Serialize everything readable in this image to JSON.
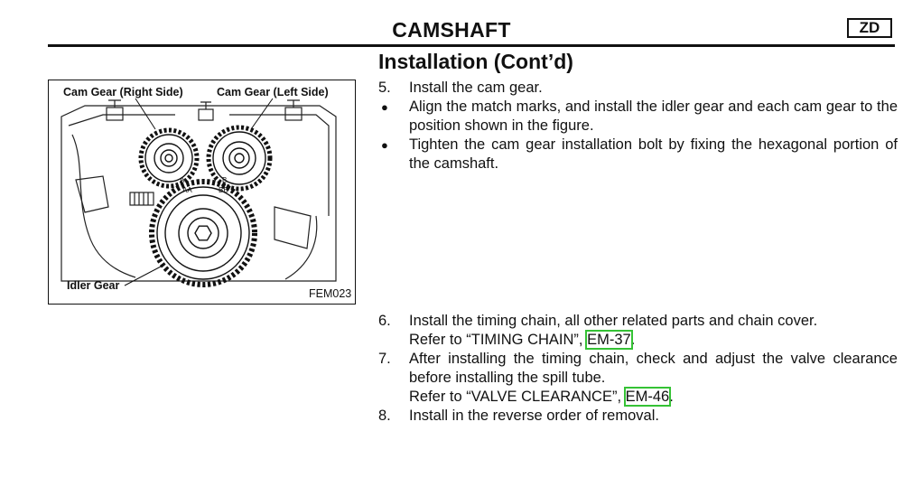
{
  "header": {
    "title": "CAMSHAFT",
    "badge": "ZD"
  },
  "section": {
    "title": "Installation (Cont’d)"
  },
  "figure": {
    "label_right_cam": "Cam Gear (Right Side)",
    "label_left_cam": "Cam Gear (Left Side)",
    "label_idler": "Idler Gear",
    "code": "FEM023",
    "marks": [
      "A",
      "AA",
      "B",
      "BB"
    ]
  },
  "steps_top": [
    {
      "marker": "5.",
      "text": "Install the cam gear."
    },
    {
      "marker": "●",
      "text": "Align the match marks, and install the idler gear and each cam gear to the position shown in the figure."
    },
    {
      "marker": "●",
      "text": "Tighten the cam gear installation bolt by fixing the hexagonal portion of the camshaft."
    }
  ],
  "steps_bottom": [
    {
      "marker": "6.",
      "text": "Install the timing chain, all other related parts and chain cover.",
      "refer_prefix": "Refer to “TIMING CHAIN”, ",
      "link": "EM-37",
      "refer_suffix": "."
    },
    {
      "marker": "7.",
      "text": "After installing the timing chain, check and adjust the valve clearance before installing the spill tube.",
      "refer_prefix": "Refer to “VALVE CLEARANCE”, ",
      "link": "EM-46",
      "refer_suffix": "."
    },
    {
      "marker": "8.",
      "text": "Install in the reverse order of removal."
    }
  ]
}
